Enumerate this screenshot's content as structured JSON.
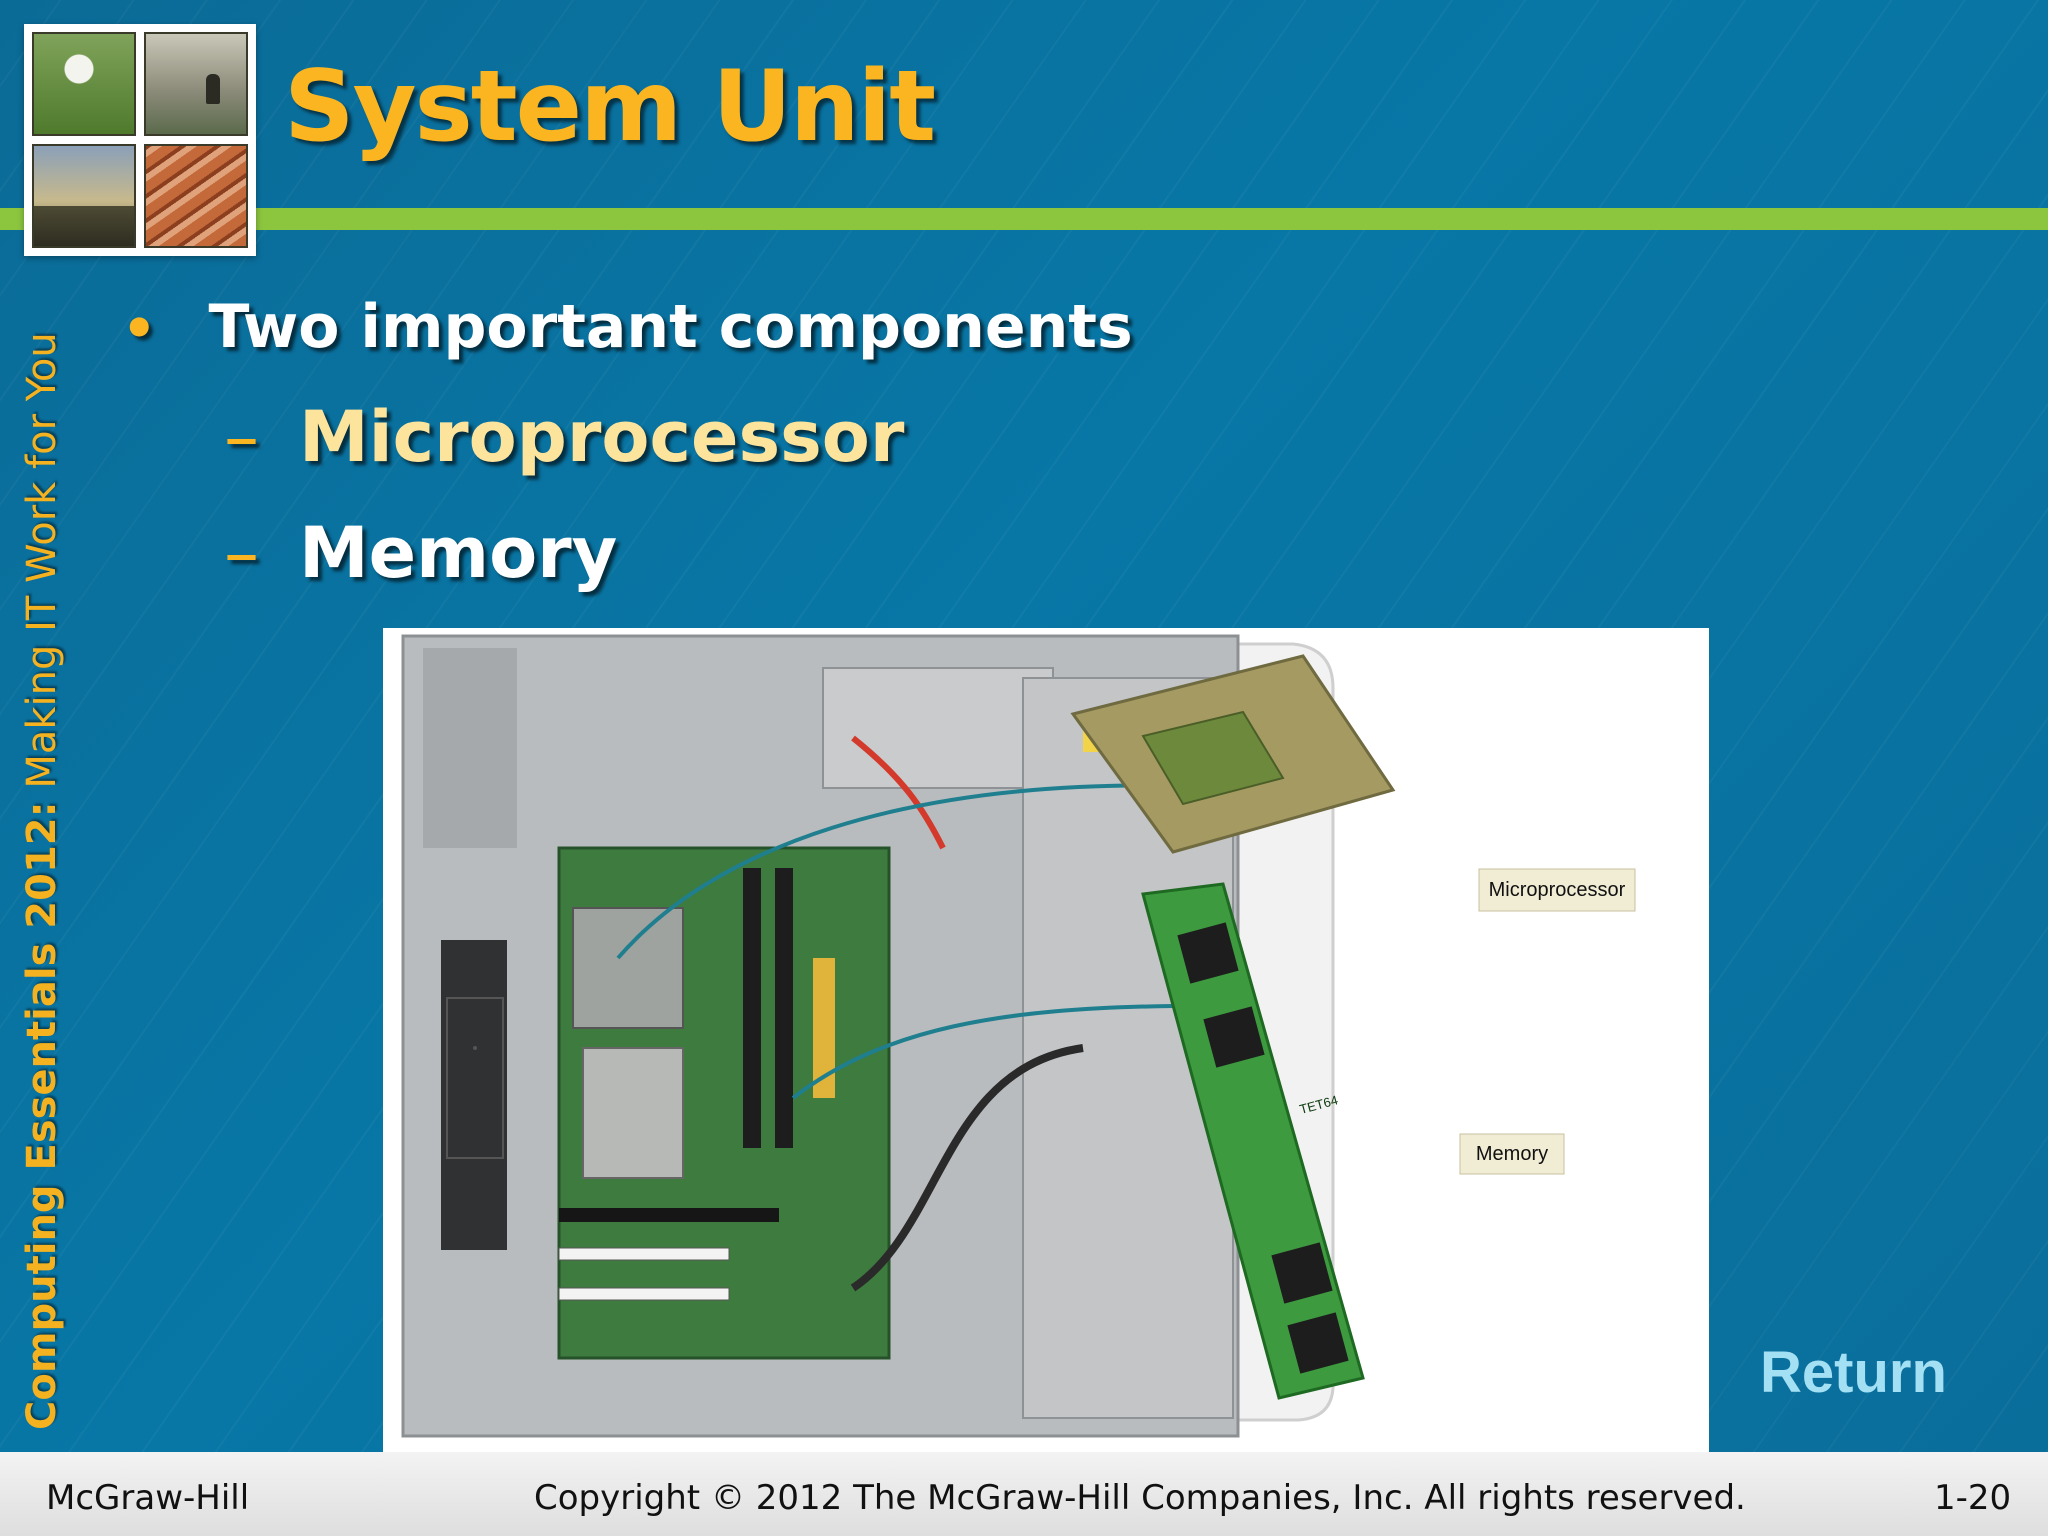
{
  "slide": {
    "title": "System Unit",
    "side_title_bold": "Computing Essentials 2012:",
    "side_title_rest": " Making IT Work for You",
    "bullet": "Two important components",
    "sub_bullets": [
      "Microprocessor",
      "Memory"
    ],
    "dash": "–",
    "bullet_marker": "•"
  },
  "figure": {
    "labels": {
      "microprocessor": "Microprocessor",
      "memory": "Memory"
    },
    "chip_marking": "TET64"
  },
  "nav": {
    "return_label": "Return"
  },
  "footer": {
    "publisher": "McGraw-Hill",
    "copyright": "Copyright © 2012 The McGraw-Hill Companies, Inc. All rights reserved.",
    "page_number": "1-20"
  },
  "colors": {
    "background": "#0a6f9c",
    "title": "#fbb520",
    "rule": "#8cc63f",
    "return_link": "#a4e0f4"
  }
}
